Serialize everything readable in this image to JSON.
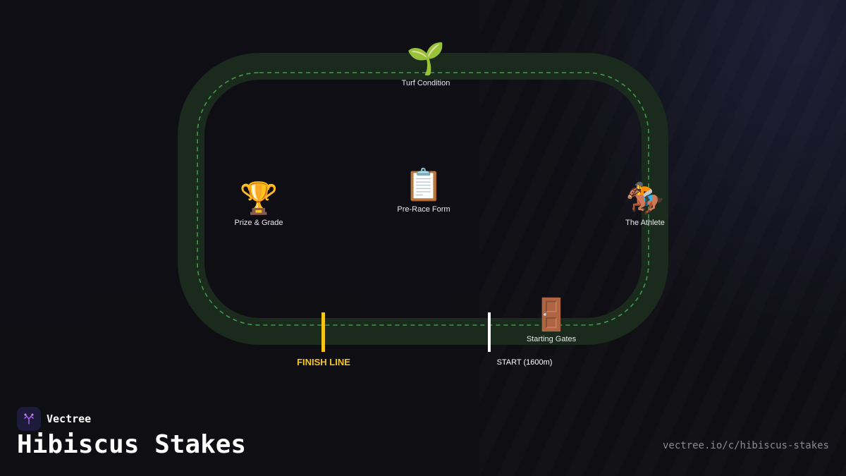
{
  "brand": {
    "name": "Vectree",
    "logo_icon": "tree-branch-icon",
    "logo_color": "#a45ce6"
  },
  "title": "Hibiscus Stakes",
  "url": "vectree.io/c/hibiscus-stakes",
  "colors": {
    "track": "#1a2a1c",
    "rail": "#3e9a4a",
    "finish": "#f5c518",
    "start": "#ffffff"
  },
  "stations": {
    "turf": {
      "label": "Turf Condition",
      "icon": "seedling-icon",
      "glyph": "🌱"
    },
    "form": {
      "label": "Pre-Race Form",
      "icon": "clipboard-icon",
      "glyph": "📋"
    },
    "prize": {
      "label": "Prize & Grade",
      "icon": "trophy-icon",
      "glyph": "🏆"
    },
    "athlete": {
      "label": "The Athlete",
      "icon": "horse-racing-icon",
      "glyph": "🏇"
    },
    "gates": {
      "label": "Starting Gates",
      "icon": "door-icon",
      "glyph": "🚪"
    }
  },
  "finish_line": {
    "label": "FINISH LINE"
  },
  "start_line": {
    "label": "START (1600m)"
  }
}
